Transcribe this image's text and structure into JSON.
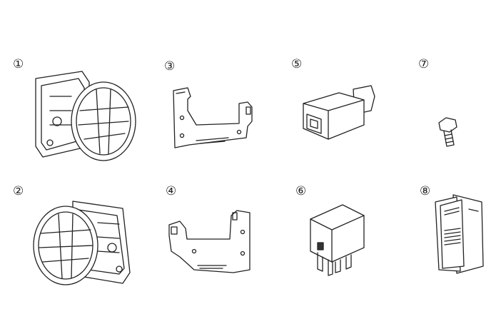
{
  "parts": [
    {
      "label": "①",
      "name": "fog-lamp-right"
    },
    {
      "label": "②",
      "name": "fog-lamp-left"
    },
    {
      "label": "③",
      "name": "bracket-right"
    },
    {
      "label": "④",
      "name": "bracket-left"
    },
    {
      "label": "⑤",
      "name": "switch"
    },
    {
      "label": "⑥",
      "name": "relay"
    },
    {
      "label": "⑦",
      "name": "bolt"
    },
    {
      "label": "⑧",
      "name": "instruction-manual"
    }
  ]
}
